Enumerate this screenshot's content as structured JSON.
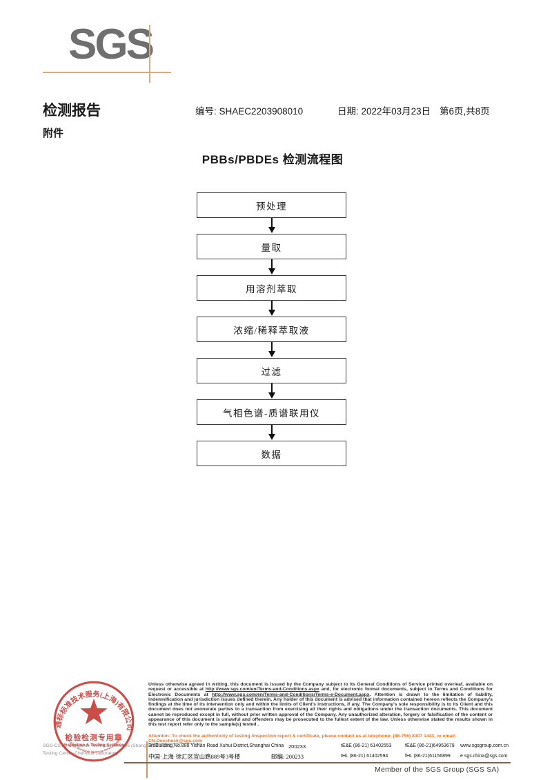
{
  "logo": {
    "text": "SGS"
  },
  "header": {
    "report_title": "检测报告",
    "no_label": "编号:",
    "no_value": "SHAEC2203908010",
    "date_label": "日期:",
    "date_value": "2022年03月23日",
    "page_info": "第6页,共8页",
    "attachment_label": "附件"
  },
  "flowchart": {
    "title": "PBBs/PBDEs 检测流程图",
    "steps": [
      "预处理",
      "量取",
      "用溶剂萃取",
      "浓缩/稀释萃取液",
      "过滤",
      "气相色谱-质谱联用仪",
      "数据"
    ]
  },
  "stamp": {
    "ring_top": "通标标准技术服务(上海)有限公司",
    "ring_bottom": "SGS-CSTC Standards Technical Services(Shanghai)Co.,Ltd.",
    "line1": "检验检测专用章",
    "line2": "Inspection & Testing Services",
    "color": "#c5352f"
  },
  "company": {
    "line1": "SGS-CSTC Standards Technical Services (Shanghai) Co.,Ltd.",
    "line2": "Testing Center-Chemical Laboratory."
  },
  "disclaimer": {
    "part1": "Unless otherwise agreed in writing, this document is issued by the Company subject to its General Conditions of Service printed overleaf, available on request or accessible at ",
    "link1": "http://www.sgs.com/en/Terms-and-Conditions.aspx",
    "part2": " and, for electronic format documents, subject to Terms and Conditions for Electronic Documents at ",
    "link2": "http://www.sgs.com/en/Terms-and-Conditions/Terms-e-Document.aspx",
    "part3": ". Attention is drawn to the limitation of liability, indemnification and jurisdiction issues defined therein. Any holder of this document is advised that information contained hereon reflects the Company's findings at the time of its intervention only and within the limits of Client's instructions, if any. The Company's sole responsibility is to its Client and this document does not exonerate parties to a transaction from exercising all their rights and obligations under the transaction documents. This document cannot be reproduced except in full, without prior written approval of the Company. Any unauthorized alteration, forgery or falsification of the content or appearance of this document is unlawful and offenders may be prosecuted to the fullest extent of the law. Unless otherwise stated the results shown in this test report refer only to the sample(s) tested .",
    "attention_text": "Attention: To check the authenticity of testing /inspection report & certificate, please contact us at telephone: (86-755) 8307 1443, or email: ",
    "attention_email": "CN.Doccheck@sgs.com",
    "accent_color": "#e9762b"
  },
  "address": {
    "en_street": "3rdBuilding,No.889 Yishan Road Xuhui District,Shanghai China",
    "en_post": "200233",
    "en_tel": "tE&E (86-21) 61402553",
    "en_fax": "fE&E (86-21)64953679",
    "en_web": "www.sgsgroup.com.cn",
    "cn_street": "中国·上海·徐汇区宜山路889号3号楼",
    "cn_post_label": "邮编: 200233",
    "cn_tel": "tHL (86-21) 61402594",
    "cn_fax": "fHL (86-21)61156899",
    "cn_email": "e  sgs.china@sgs.com"
  },
  "footer": {
    "member": "Member of the SGS Group (SGS SA)"
  }
}
